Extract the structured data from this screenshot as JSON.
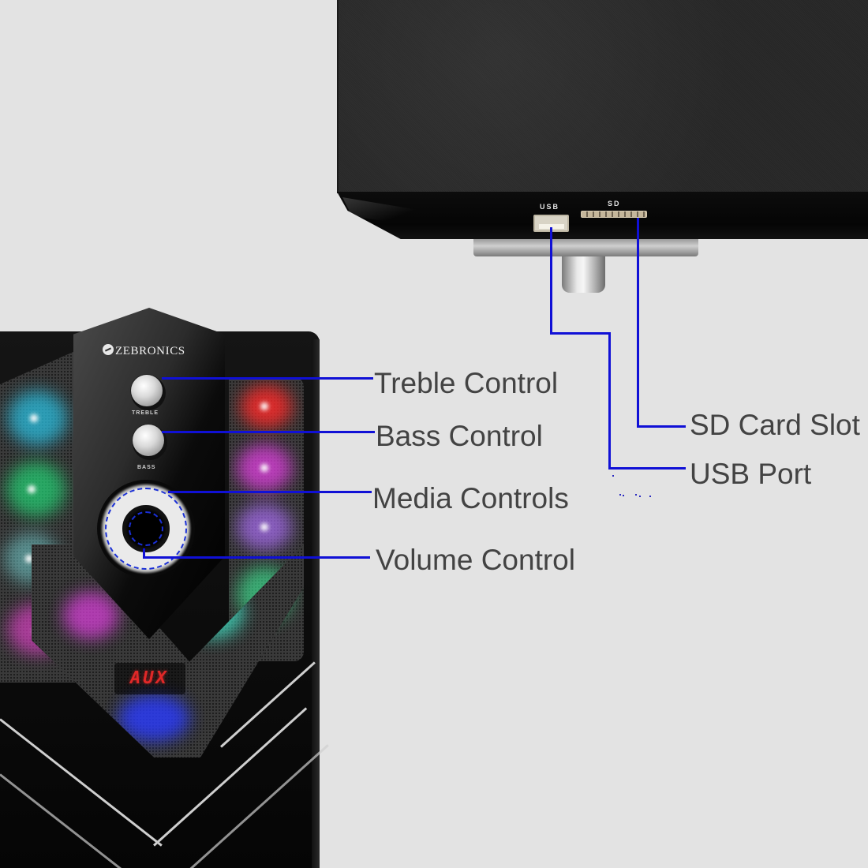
{
  "brand": {
    "name": "ZEBRONICS"
  },
  "speaker_top_view": {
    "port_labels": {
      "usb": "USB",
      "sd": "SD"
    }
  },
  "speaker_front": {
    "knob_labels": {
      "treble": "TREBLE",
      "bass": "BASS"
    },
    "display_text": "AUX",
    "led_colors": [
      "#29c6e8",
      "#22e07a",
      "#ff2a2a",
      "#e040e0",
      "#b070ff",
      "#2a3cff",
      "#40ffb0"
    ]
  },
  "callouts": [
    {
      "id": "treble",
      "label": "Treble Control"
    },
    {
      "id": "bass",
      "label": "Bass Control"
    },
    {
      "id": "media",
      "label": "Media Controls"
    },
    {
      "id": "volume",
      "label": "Volume Control"
    },
    {
      "id": "sd",
      "label": "SD Card Slot"
    },
    {
      "id": "usb",
      "label": "USB Port"
    }
  ],
  "colors": {
    "background": "#e3e3e3",
    "leader_line": "#1010d6",
    "label_text": "#434343",
    "display_red": "#e02828"
  }
}
